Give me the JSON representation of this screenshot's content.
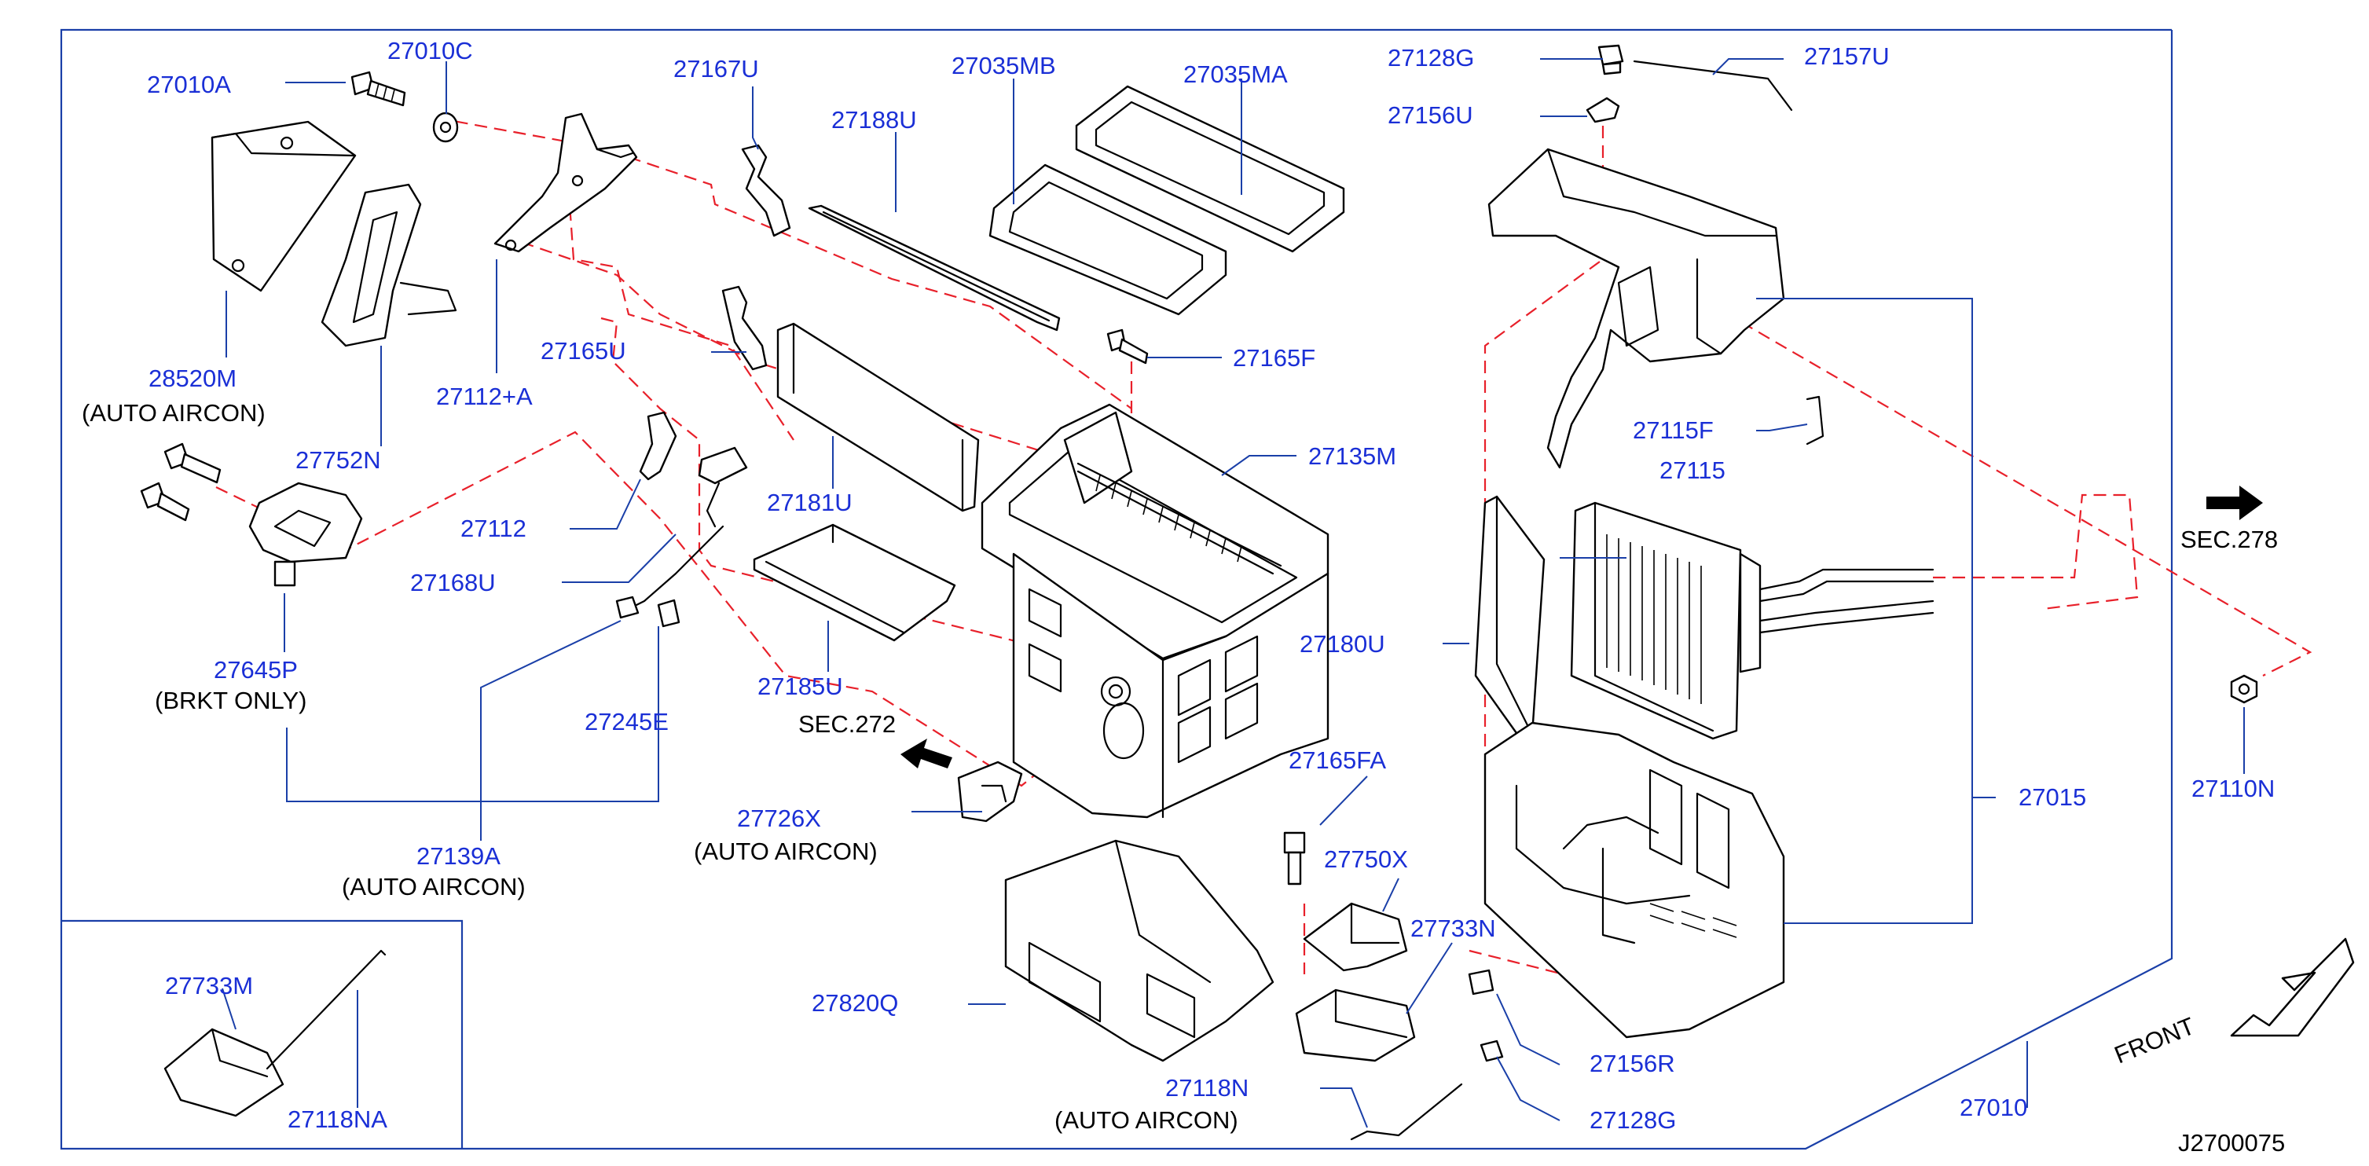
{
  "diagram": {
    "drawing_number": "J2700075",
    "parts": [
      {
        "id": "p27010A",
        "label": "27010A"
      },
      {
        "id": "p27010C",
        "label": "27010C"
      },
      {
        "id": "p27167U",
        "label": "27167U"
      },
      {
        "id": "p27035MB",
        "label": "27035MB"
      },
      {
        "id": "p27035MA",
        "label": "27035MA"
      },
      {
        "id": "p27188U",
        "label": "27188U"
      },
      {
        "id": "p27128G_top",
        "label": "27128G"
      },
      {
        "id": "p27157U",
        "label": "27157U"
      },
      {
        "id": "p27156U",
        "label": "27156U"
      },
      {
        "id": "p28520M",
        "label": "28520M",
        "note": "(AUTO   AIRCON)"
      },
      {
        "id": "p27112A",
        "label": "27112+A"
      },
      {
        "id": "p27752N",
        "label": "27752N"
      },
      {
        "id": "p27165U",
        "label": "27165U"
      },
      {
        "id": "p27165F",
        "label": "27165F"
      },
      {
        "id": "p27135M",
        "label": "27135M"
      },
      {
        "id": "p27115F",
        "label": "27115F"
      },
      {
        "id": "p27115",
        "label": "27115"
      },
      {
        "id": "p27112",
        "label": "27112"
      },
      {
        "id": "p27181U",
        "label": "27181U"
      },
      {
        "id": "p27168U",
        "label": "27168U"
      },
      {
        "id": "p27645P",
        "label": "27645P",
        "note": "(BRKT   ONLY)"
      },
      {
        "id": "p27180U",
        "label": "27180U"
      },
      {
        "id": "p27185U",
        "label": "27185U"
      },
      {
        "id": "p27245E",
        "label": "27245E"
      },
      {
        "id": "p27165FA",
        "label": "27165FA"
      },
      {
        "id": "p27726X",
        "label": "27726X",
        "note": "(AUTO   AIRCON)"
      },
      {
        "id": "p27015",
        "label": "27015"
      },
      {
        "id": "p27110N",
        "label": "27110N"
      },
      {
        "id": "p27139A",
        "label": "27139A",
        "note": "(AUTO   AIRCON)"
      },
      {
        "id": "p27750X",
        "label": "27750X"
      },
      {
        "id": "p27733N",
        "label": "27733N"
      },
      {
        "id": "p27733M",
        "label": "27733M"
      },
      {
        "id": "p27820Q",
        "label": "27820Q"
      },
      {
        "id": "p27156R",
        "label": "27156R"
      },
      {
        "id": "p27118N",
        "label": "27118N",
        "note": "(AUTO   AIRCON)"
      },
      {
        "id": "p27118NA",
        "label": "27118NA"
      },
      {
        "id": "p27128G_bottom",
        "label": "27128G"
      },
      {
        "id": "p27010",
        "label": "27010"
      }
    ],
    "references": [
      {
        "id": "sec272",
        "label": "SEC.272"
      },
      {
        "id": "sec278",
        "label": "SEC.278"
      }
    ],
    "orientation_label": "FRONT",
    "colors": {
      "label_text": "#1a2fd6",
      "leader_line": "#1a3fa8",
      "phantom_line": "#e8202a",
      "part_outline": "#000000"
    }
  }
}
